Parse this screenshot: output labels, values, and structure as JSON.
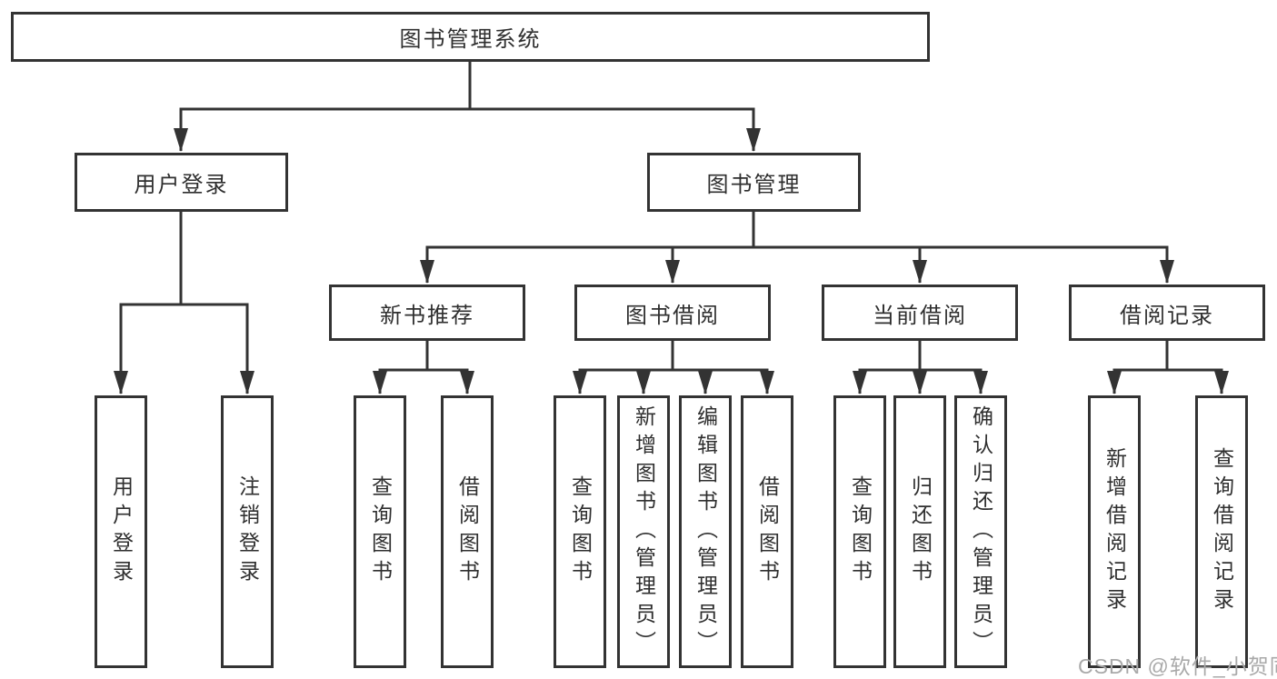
{
  "title": "图书管理系统",
  "tree": {
    "root": {
      "label": "图书管理系统"
    },
    "level2": [
      {
        "label": "用户登录",
        "leaves": [
          {
            "label": "用户登录"
          },
          {
            "label": "注销登录"
          }
        ]
      },
      {
        "label": "图书管理",
        "groups": [
          {
            "label": "新书推荐",
            "leaves": [
              {
                "label": "查询图书"
              },
              {
                "label": "借阅图书"
              }
            ]
          },
          {
            "label": "图书借阅",
            "leaves": [
              {
                "label": "查询图书"
              },
              {
                "label": "新增图书（管理员）"
              },
              {
                "label": "编辑图书（管理员）"
              },
              {
                "label": "借阅图书"
              }
            ]
          },
          {
            "label": "当前借阅",
            "leaves": [
              {
                "label": "查询图书"
              },
              {
                "label": "归还图书"
              },
              {
                "label": "确认归还（管理员）"
              }
            ]
          },
          {
            "label": "借阅记录",
            "leaves": [
              {
                "label": "新增借阅记录"
              },
              {
                "label": "查询借阅记录"
              }
            ]
          }
        ]
      }
    ]
  },
  "watermark": {
    "text": "CSDN @软件_小贺同学"
  },
  "colors": {
    "line": "#333333",
    "box_border": "#333333",
    "text": "#2f2f2f",
    "watermark": "#a9a9a9",
    "background": "#ffffff"
  }
}
